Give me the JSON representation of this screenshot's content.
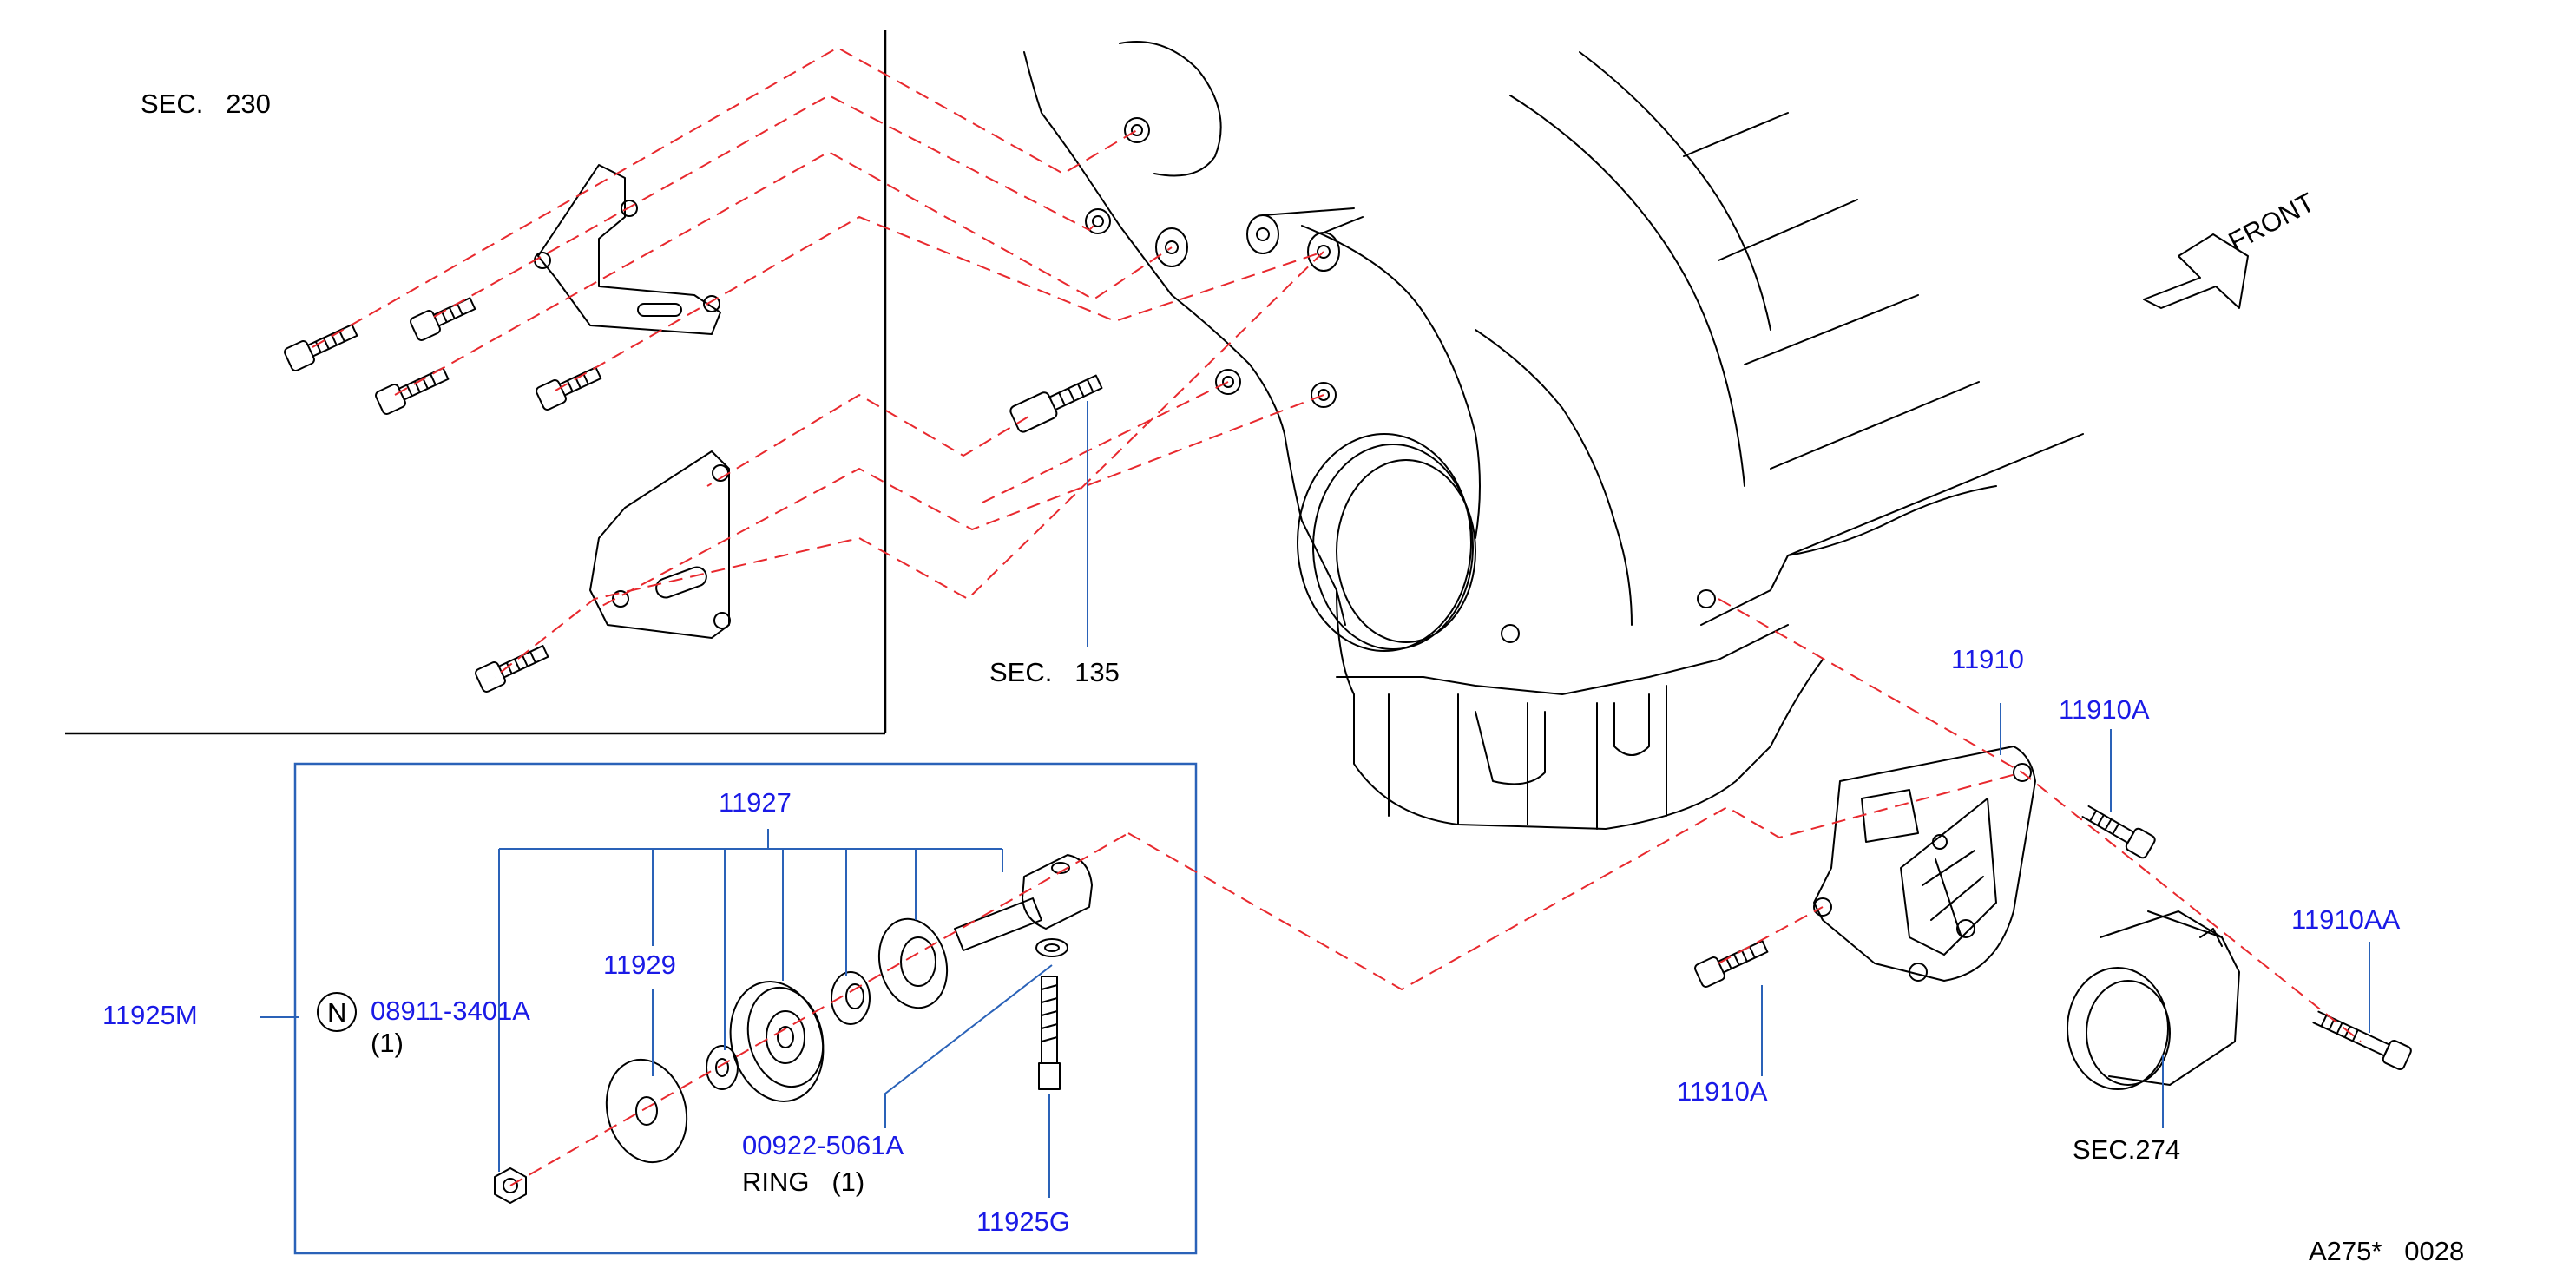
{
  "labels": {
    "sec230": "SEC.   230",
    "sec135": "SEC.   135",
    "sec274": "SEC.274",
    "front": "FRONT",
    "p11910": "11910",
    "p11910A_top": "11910A",
    "p11910A_bottom": "11910A",
    "p11910AA": "11910AA",
    "p11927": "11927",
    "p11929": "11929",
    "p11925M": "11925M",
    "nut_code": "08911-3401A",
    "nut_qty": "(1)",
    "nut_mark": "N",
    "ring_code": "00922-5061A",
    "ring_text": "RING   (1)",
    "p11925G": "11925G",
    "diagram_id": "A275*   0028"
  },
  "colors": {
    "part_number": "#1a1ae6",
    "leader": "#2a62b8",
    "assembly_dash": "#e8292e",
    "linework": "#000000"
  }
}
